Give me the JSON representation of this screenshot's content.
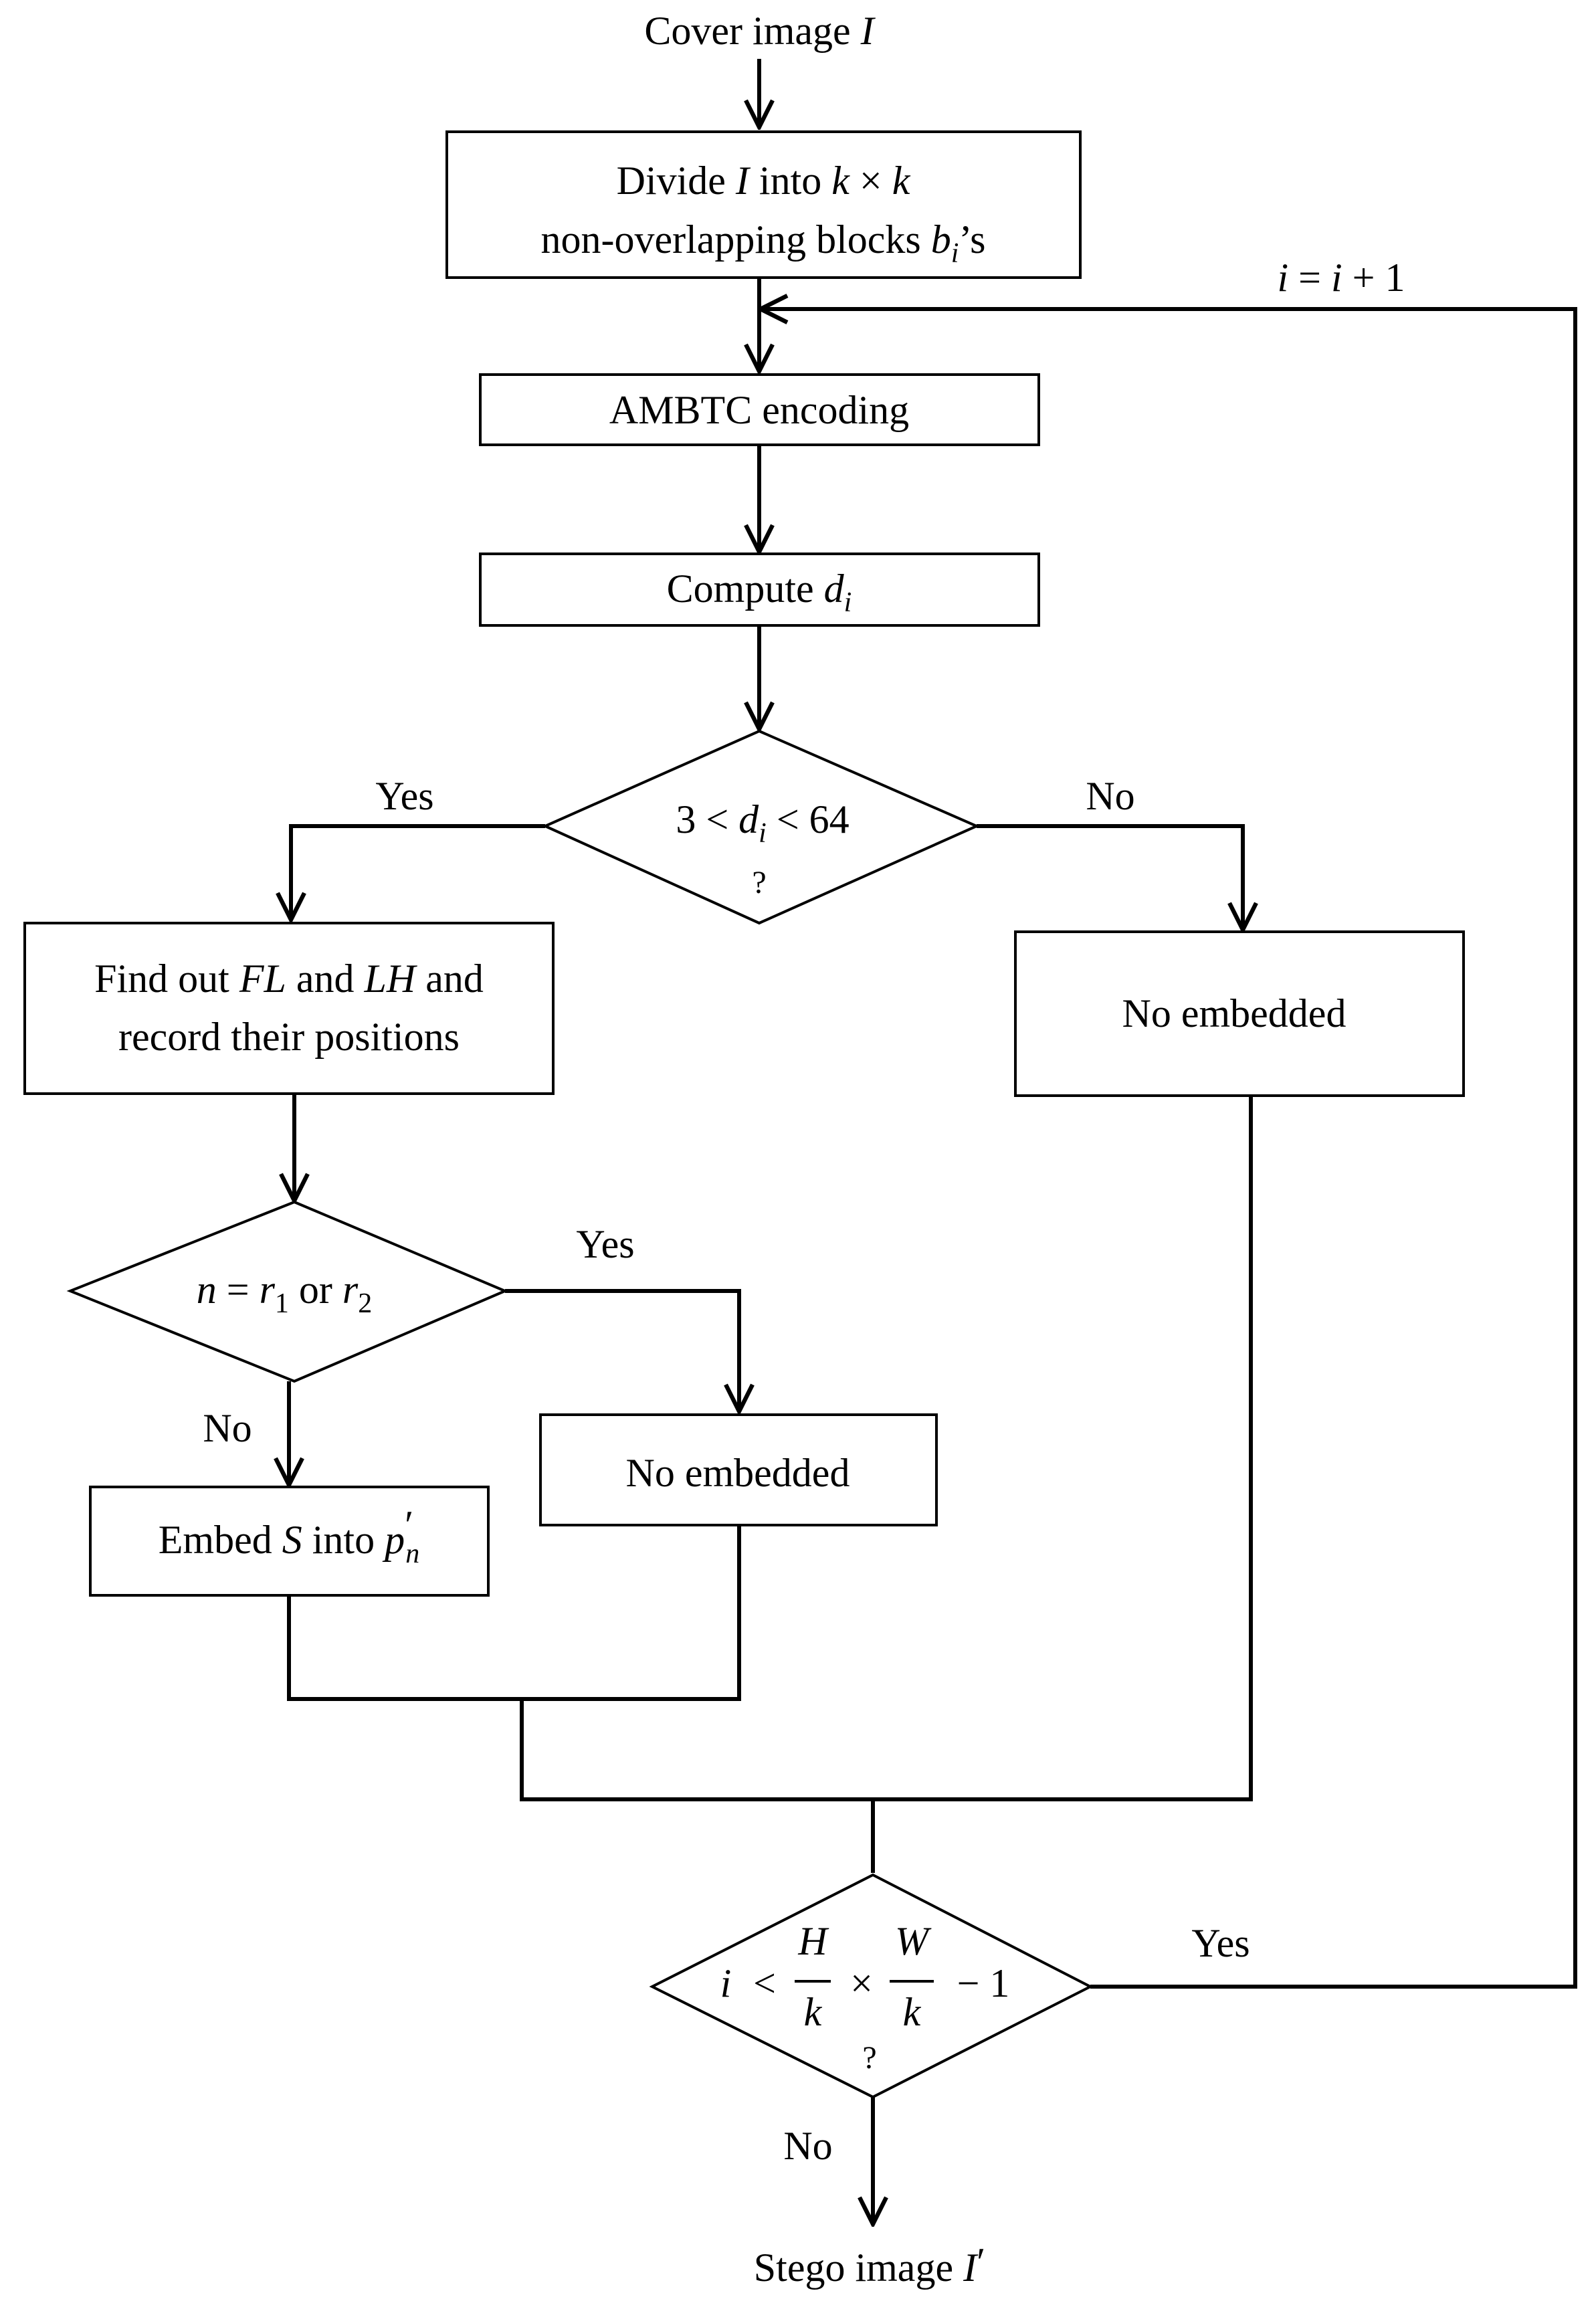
{
  "nodes": {
    "start": {
      "pre": "Cover image ",
      "var": "I"
    },
    "divide": {
      "l1_a": "Divide ",
      "l1_var": "I",
      "l1_b": " into ",
      "l1_k1": "k",
      "l1_times": " × ",
      "l1_k2": "k",
      "l2_a": "non-overlapping blocks ",
      "l2_var": "b",
      "l2_sub": "i",
      "l2_b": "’s"
    },
    "ambtc": {
      "label": "AMBTC encoding"
    },
    "compute": {
      "pre": "Compute ",
      "var": "d",
      "sub": "i"
    },
    "decision1": {
      "a": "3 < ",
      "var": "d",
      "sub": "i",
      "b": " < 64",
      "q": "?"
    },
    "find": {
      "l1_a": "Find out ",
      "l1_fl": "FL",
      "l1_and": " and ",
      "l1_lh": "LH",
      "l1_b": " and",
      "l2": "record their positions"
    },
    "no_embed_right": {
      "label": "No embedded"
    },
    "decision2": {
      "n": "n",
      "eq": " = ",
      "r1": "r",
      "r1sub": "1",
      "or": " or ",
      "r2": "r",
      "r2sub": "2"
    },
    "no_embed_mid": {
      "label": "No embedded"
    },
    "embed": {
      "pre": "Embed ",
      "s": "S",
      "mid": " into ",
      "p": "p",
      "psub": "n",
      "prime": "′"
    },
    "decision3": {
      "i": "i",
      "lt": " < ",
      "H": "H",
      "k1": "k",
      "times": "×",
      "W": "W",
      "k2": "k",
      "minus": "− 1",
      "q": "?"
    },
    "end": {
      "pre": "Stego image ",
      "var": "I",
      "prime": "′"
    }
  },
  "edges": {
    "d1_yes": "Yes",
    "d1_no": "No",
    "d2_yes": "Yes",
    "d2_no": "No",
    "d3_yes": "Yes",
    "d3_no": "No",
    "increment": {
      "i1": "i",
      "eq": " = ",
      "i2": "i",
      "plus": " + 1"
    }
  }
}
